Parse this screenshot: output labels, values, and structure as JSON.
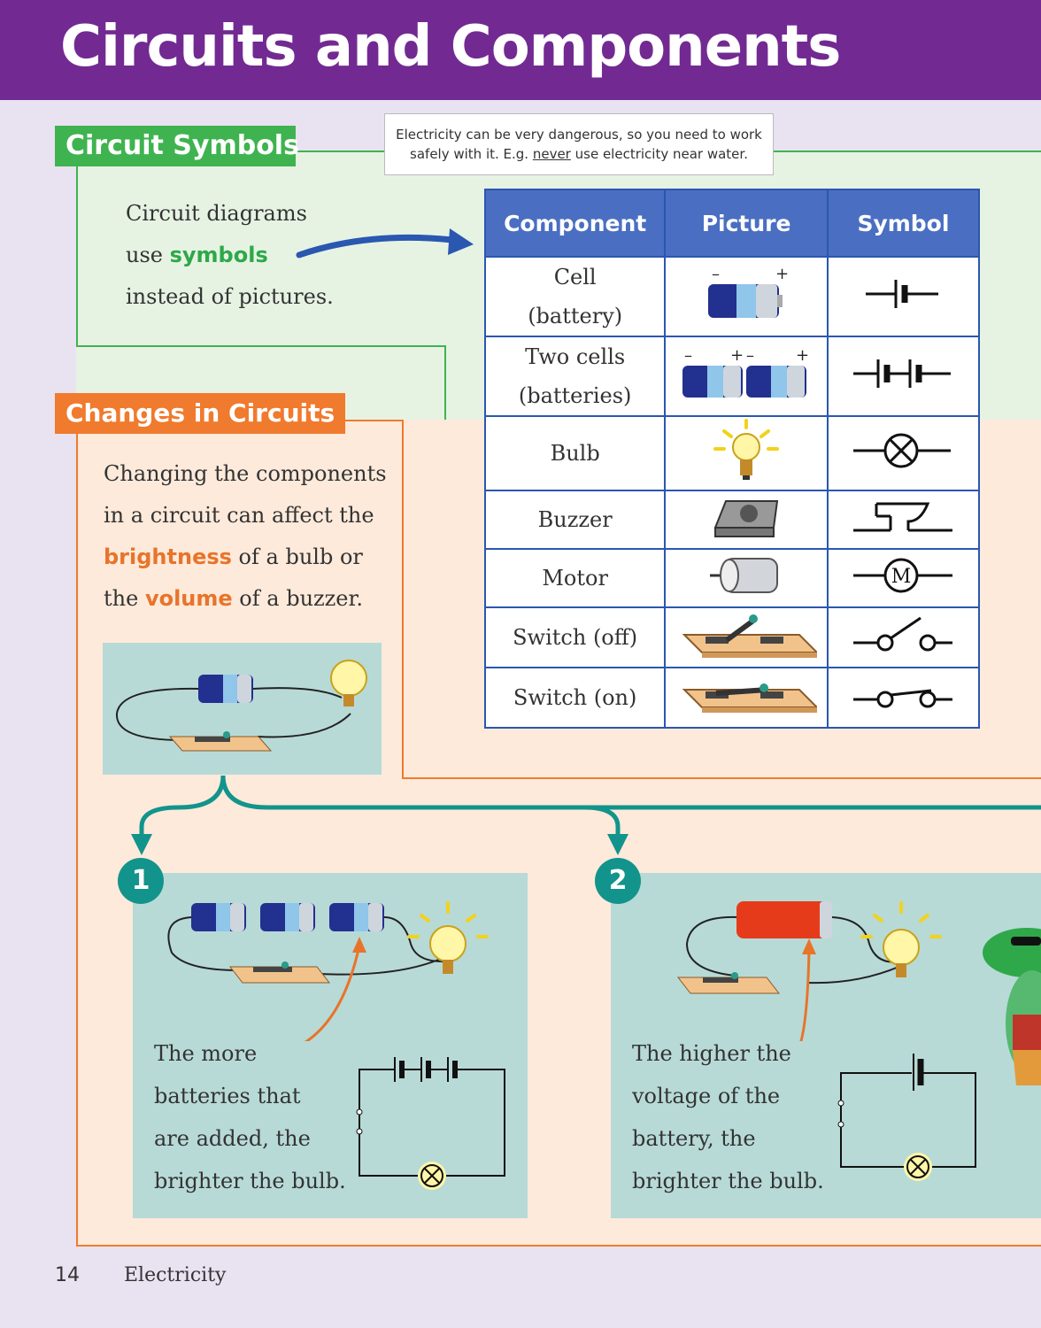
{
  "page": {
    "title": "Circuits and Components"
  },
  "circuit_symbols": {
    "heading": "Circuit Symbols",
    "warning_line1": "Electricity can be very dangerous, so you need to work",
    "warning_line2_pre": "safely with it.  E.g. ",
    "warning_line2_emph": "never",
    "warning_line2_post": " use electricity near water.",
    "intro_line1": "Circuit diagrams",
    "intro_line2_pre": "use ",
    "intro_line2_emph": "symbols",
    "intro_line3": "instead of pictures.",
    "table": {
      "headers": [
        "Component",
        "Picture",
        "Symbol"
      ],
      "rows": [
        {
          "component": "Cell\n(battery)",
          "icon": "cell-battery"
        },
        {
          "component": "Two cells\n(batteries)",
          "icon": "two-cells"
        },
        {
          "component": "Bulb",
          "icon": "bulb"
        },
        {
          "component": "Buzzer",
          "icon": "buzzer"
        },
        {
          "component": "Motor",
          "icon": "motor"
        },
        {
          "component": "Switch (off)",
          "icon": "switch-off"
        },
        {
          "component": "Switch (on)",
          "icon": "switch-on"
        }
      ],
      "battery_minus": "–",
      "battery_plus": "+",
      "motor_letter": "M"
    }
  },
  "changes": {
    "heading": "Changes in Circuits",
    "line1": "Changing the components",
    "line2": "in a circuit can affect the",
    "line3_emph": "brightness",
    "line3_post": " of a bulb or",
    "line4_pre": "the ",
    "line4_emph": "volume",
    "line4_post": " of a buzzer.",
    "example1": {
      "number": "1",
      "caption": [
        "The more",
        "batteries that",
        "are added, the",
        "brighter the bulb."
      ]
    },
    "example2": {
      "number": "2",
      "caption": [
        "The higher the",
        "voltage of the",
        "battery, the",
        "brighter the bulb."
      ]
    }
  },
  "footer": {
    "page_number": "14",
    "section": "Electricity"
  },
  "colors": {
    "purple": "#722a92",
    "green": "#3fb34f",
    "orange": "#f07a2d",
    "blue": "#4a6fc2",
    "teal": "#12948c"
  }
}
